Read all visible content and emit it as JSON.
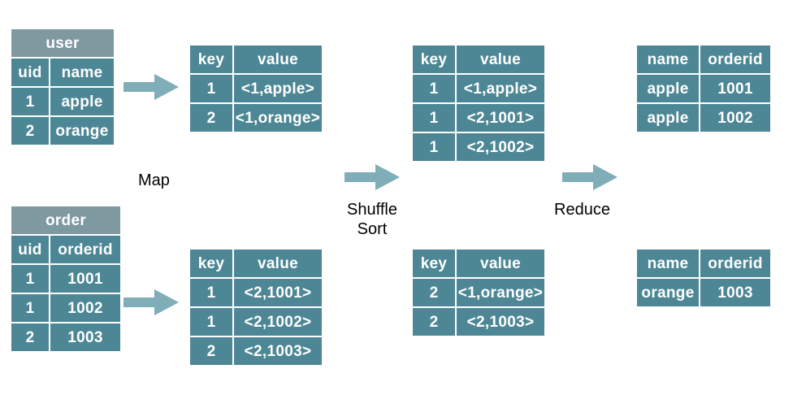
{
  "diagram": {
    "title": "MapReduce join flow",
    "colors": {
      "cell": "#4d8795",
      "table_title": "#7e99a0",
      "arrow": "#7fadb8",
      "text_on_cell": "#ffffff",
      "label_text": "#000000",
      "background": "#ffffff"
    }
  },
  "stages": {
    "map_label": "Map",
    "shuffle_label": "Shuffle\nSort",
    "reduce_label": "Reduce"
  },
  "tables": {
    "user_input": {
      "title": "user",
      "headers": [
        "uid",
        "name"
      ],
      "rows": [
        [
          "1",
          "apple"
        ],
        [
          "2",
          "orange"
        ]
      ]
    },
    "order_input": {
      "title": "order",
      "headers": [
        "uid",
        "orderid"
      ],
      "rows": [
        [
          "1",
          "1001"
        ],
        [
          "1",
          "1002"
        ],
        [
          "2",
          "1003"
        ]
      ]
    },
    "map_out_user": {
      "headers": [
        "key",
        "value"
      ],
      "rows": [
        [
          "1",
          "<1,apple>"
        ],
        [
          "2",
          "<1,orange>"
        ]
      ]
    },
    "map_out_order": {
      "headers": [
        "key",
        "value"
      ],
      "rows": [
        [
          "1",
          "<2,1001>"
        ],
        [
          "1",
          "<2,1002>"
        ],
        [
          "2",
          "<2,1003>"
        ]
      ]
    },
    "shuffle_key1": {
      "headers": [
        "key",
        "value"
      ],
      "rows": [
        [
          "1",
          "<1,apple>"
        ],
        [
          "1",
          "<2,1001>"
        ],
        [
          "1",
          "<2,1002>"
        ]
      ]
    },
    "shuffle_key2": {
      "headers": [
        "key",
        "value"
      ],
      "rows": [
        [
          "2",
          "<1,orange>"
        ],
        [
          "2",
          "<2,1003>"
        ]
      ]
    },
    "reduce_out_1": {
      "headers": [
        "name",
        "orderid"
      ],
      "rows": [
        [
          "apple",
          "1001"
        ],
        [
          "apple",
          "1002"
        ]
      ]
    },
    "reduce_out_2": {
      "headers": [
        "name",
        "orderid"
      ],
      "rows": [
        [
          "orange",
          "1003"
        ]
      ]
    }
  },
  "arrows": {
    "map_user": "arrow-right-icon",
    "map_order": "arrow-right-icon",
    "shuffle": "arrow-right-icon",
    "reduce": "arrow-right-icon"
  }
}
